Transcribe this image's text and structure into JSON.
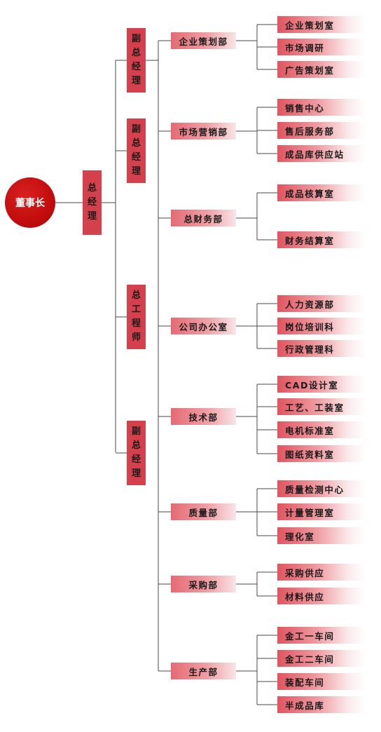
{
  "ceo": "董事长",
  "general_manager": "总经理",
  "executives": [
    "副总经理",
    "副总经理",
    "总工程师",
    "副总经理"
  ],
  "departments": [
    {
      "name": "企业策划部",
      "units": [
        "企业策划室",
        "市场调研",
        "广告策划室"
      ]
    },
    {
      "name": "市场营销部",
      "units": [
        "销售中心",
        "售后服务部",
        "成品库供应站"
      ]
    },
    {
      "name": "总财务部",
      "units": [
        "成品核算室",
        "财务结算室"
      ]
    },
    {
      "name": "公司办公室",
      "units": [
        "人力资源部",
        "岗位培训科",
        "行政管理科"
      ]
    },
    {
      "name": "技术部",
      "units": [
        "CAD设计室",
        "工艺、工装室",
        "电机标准室",
        "图纸资料室"
      ]
    },
    {
      "name": "质量部",
      "units": [
        "质量检测中心",
        "计量管理室",
        "理化室"
      ]
    },
    {
      "name": "采购部",
      "units": [
        "采购供应",
        "材料供应"
      ]
    },
    {
      "name": "生产部",
      "units": [
        "金工一车间",
        "金工二车间",
        "装配车间",
        "半成品库"
      ]
    }
  ],
  "colors": {
    "ceo": "#c40e0e",
    "box": "#d4414c",
    "line": "#4a4a4a"
  }
}
